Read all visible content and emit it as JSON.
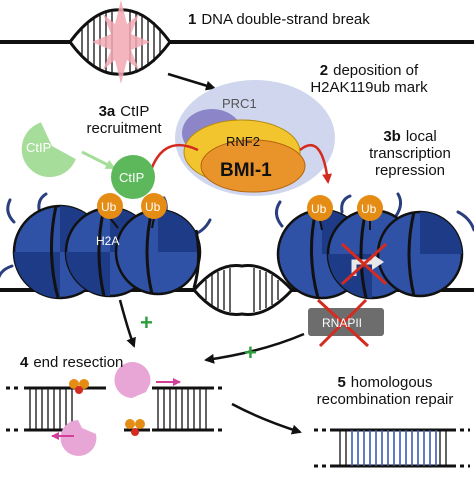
{
  "steps": {
    "s1": {
      "num": "1",
      "text": "DNA double-strand break"
    },
    "s2": {
      "num": "2",
      "line1": "deposition of",
      "line2": "H2AK119ub mark"
    },
    "s3a": {
      "num": "3a",
      "line1": "CtIP",
      "line2": "recruitment"
    },
    "s3b": {
      "num": "3b",
      "line1": "local",
      "line2": "transcription",
      "line3": "repression"
    },
    "s4": {
      "num": "4",
      "text": "end resection"
    },
    "s5": {
      "num": "5",
      "line1": "homologous",
      "line2": "recombination repair"
    }
  },
  "complex": {
    "prc1": "PRC1",
    "rnf2": "RNF2",
    "bmi1": "BMI-1"
  },
  "proteins": {
    "ctip_free": "CtIP",
    "ctip_bound": "CtIP",
    "rnapii": "RNAPII"
  },
  "marks": {
    "ub": "Ub",
    "h2a": "H2A",
    "plus": "+"
  },
  "colors": {
    "nucleosome": "#2f52a6",
    "nucleosome_dark": "#1d3b86",
    "histone_tail": "#2b3f7e",
    "ctip": "#5cb85a",
    "ctip_light": "#a6dd9a",
    "ub": "#e58c14",
    "rnf2": "#f2c52e",
    "bmi1": "#e8942a",
    "prc1_bg": "#cfd6ee",
    "prc1_blob": "#8c86c9",
    "red": "#d42b20",
    "rnapii": "#6d6d6d",
    "break": "#f3a8b4",
    "exonuclease": "#e8a6d6",
    "plus": "#2e9e3c",
    "repair_strand": "#3b5db0"
  }
}
